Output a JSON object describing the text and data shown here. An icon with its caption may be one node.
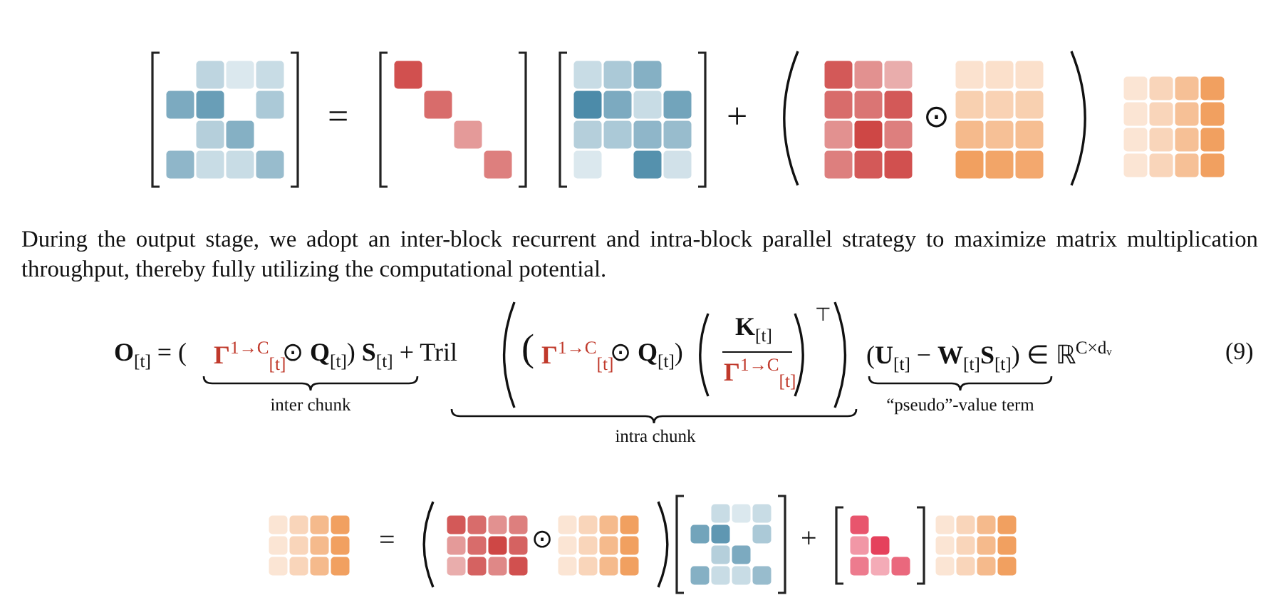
{
  "diagram": {
    "labels": [
      "=",
      "+",
      "⊙",
      "During the output stage, we adopt an inter-block recurrent and intra-block parallel strategy to maximize matrix multiplication throughput, thereby fully utilizing the computational potential.",
      "**O**$_{[t]}$ = (",
      "**Γ**$^{1→C}$$_{[t]}$",
      "⊙ **Q**$_{[t]}$) **S**$_{[t]}$ + Tril",
      "(",
      "**Γ**$^{1→C}$$_{[t]}$",
      "⊙ **Q**$_{[t]}$)",
      "**K**$_{[t]}$",
      "**Γ**$^{1→C}$$_{[t]}$",
      "⊤",
      "(**U**$_{[t]}$ − **W**$_{[t]}$**S**$_{[t]}$) ∈ ℝ$^{C×dᵥ}$",
      "inter chunk",
      "intra chunk",
      "“pseudo”-value term",
      "(9)",
      "=",
      "⊙",
      "+"
    ]
  }
}
